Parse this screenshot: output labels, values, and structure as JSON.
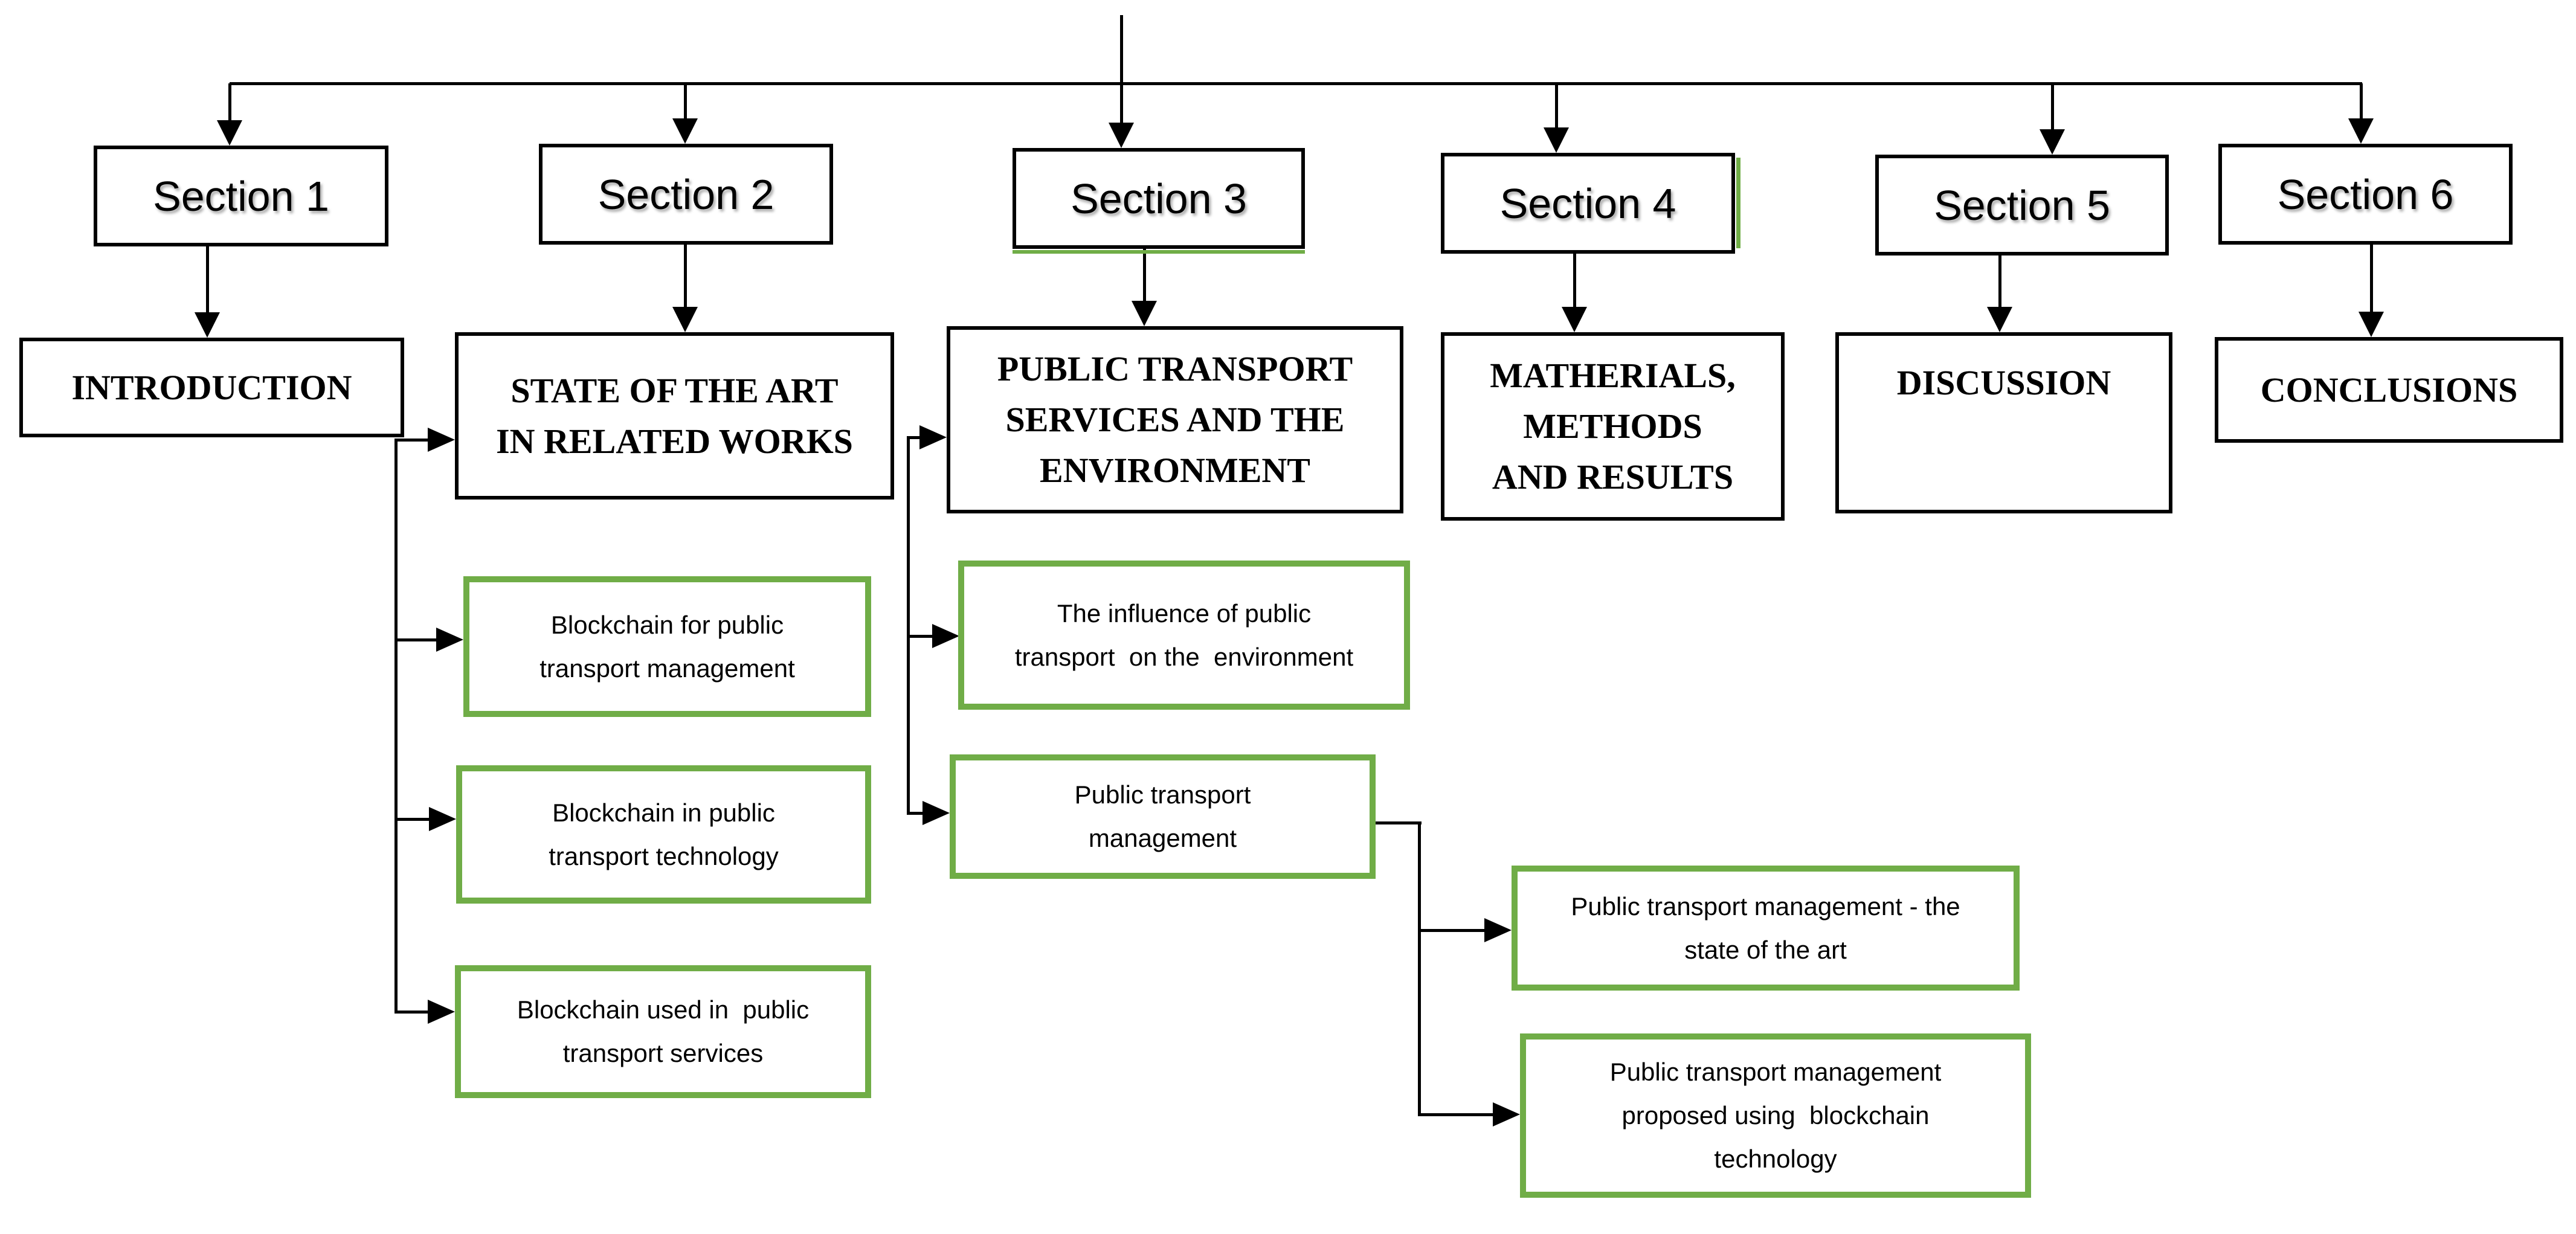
{
  "diagram": {
    "sections": [
      {
        "label": "Section 1",
        "heading_lines": [
          "INTRODUCTION"
        ]
      },
      {
        "label": "Section 2",
        "heading_lines": [
          "STATE OF THE ART",
          "IN RELATED WORKS"
        ]
      },
      {
        "label": "Section 3",
        "heading_lines": [
          "PUBLIC TRANSPORT",
          "SERVICES AND THE",
          "ENVIRONMENT"
        ]
      },
      {
        "label": "Section 4",
        "heading_lines": [
          "MATHERIALS,",
          "METHODS",
          "AND RESULTS"
        ]
      },
      {
        "label": "Section 5",
        "heading_lines": [
          "DISCUSSION"
        ]
      },
      {
        "label": "Section 6",
        "heading_lines": [
          "CONCLUSIONS"
        ]
      }
    ],
    "topics": [
      {
        "id": "blockchain-for-public-transport-management",
        "lines": [
          "Blockchain for public",
          "transport management"
        ]
      },
      {
        "id": "blockchain-in-public-transport-technology",
        "lines": [
          "Blockchain in public",
          "transport technology"
        ]
      },
      {
        "id": "blockchain-used-in-public-transport-services",
        "lines": [
          "Blockchain used in  public",
          "transport services"
        ]
      },
      {
        "id": "influence-of-public-transport-on-environment",
        "lines": [
          "The influence of public",
          "transport  on the  environment"
        ]
      },
      {
        "id": "public-transport-management",
        "lines": [
          "Public transport",
          "management"
        ]
      },
      {
        "id": "public-transport-management-state-of-the-art",
        "lines": [
          "Public transport management - the",
          "state of the art"
        ]
      },
      {
        "id": "public-transport-management-blockchain-proposal",
        "lines": [
          "Public transport management",
          "proposed using  blockchain",
          "technology"
        ]
      }
    ],
    "colors": {
      "topic_border": "#70AD47",
      "box_border": "#000000",
      "connector": "#000000",
      "background": "#ffffff",
      "text": "#000000"
    }
  }
}
